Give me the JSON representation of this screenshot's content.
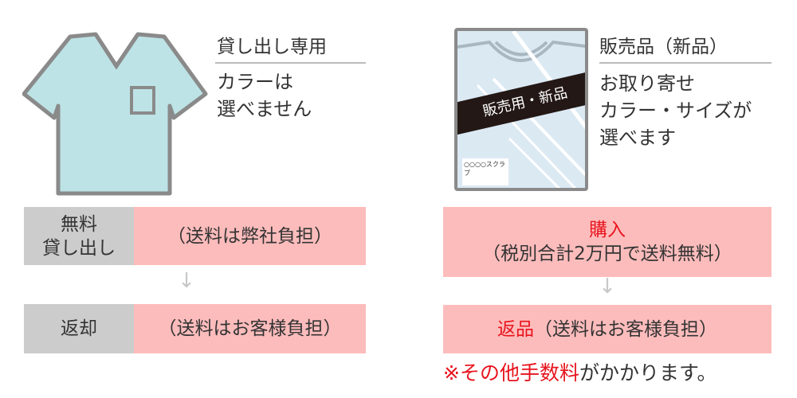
{
  "rental": {
    "title": "貸し出し専用",
    "desc_lines": [
      "カラーは",
      "選べません"
    ],
    "fee_label": "無料\n貸し出し",
    "fee_label_lines": [
      "無料",
      "貸し出し"
    ],
    "fee_text": "（送料は弊社負担）",
    "return_label": "返却",
    "return_text": "（送料はお客様負担）"
  },
  "sale": {
    "title": "販売品（新品）",
    "desc_lines": [
      "お取り寄せ",
      "カラー・サイズが",
      "選べます"
    ],
    "package_band": "販売用・新品",
    "package_label": "○○○○スクラブ",
    "purchase_label": "購入",
    "purchase_text": "（税別合計2万円で送料無料）",
    "return_label": "返品",
    "return_text": "（送料はお客様負担）",
    "note_red": "※その他手数料",
    "note_rest": "がかかります。"
  },
  "icons": {
    "arrow": "↓"
  },
  "colors": {
    "pink": "#fdbcbc",
    "gray": "#cccccc",
    "red": "#e8141e",
    "shirt": "#bde3e6"
  }
}
